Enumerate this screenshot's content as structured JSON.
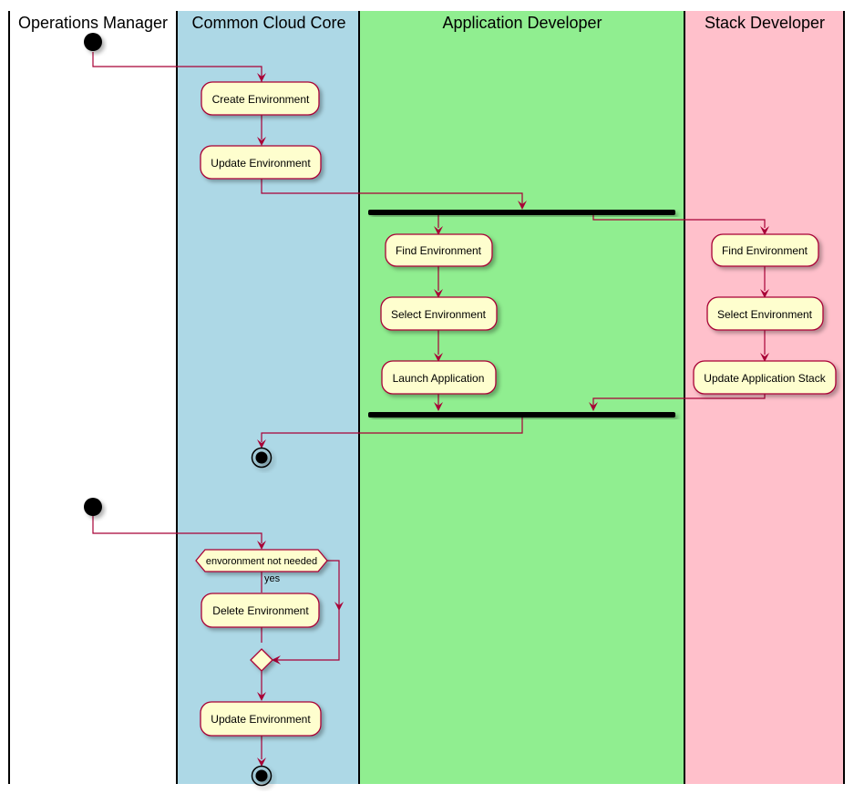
{
  "colors": {
    "lane_ops": "#ffffff",
    "lane_core": "#add8e6",
    "lane_app": "#90ee90",
    "lane_stack": "#ffc0cb",
    "activity_fill": "#FEFECE",
    "activity_border": "#A80036",
    "arrow": "#A80036",
    "lane_border": "#000000",
    "node": "#000000"
  },
  "lanes": {
    "operations": {
      "title": "Operations Manager"
    },
    "core": {
      "title": "Common Cloud Core"
    },
    "app": {
      "title": "Application Developer"
    },
    "stack": {
      "title": "Stack Developer"
    }
  },
  "activities": {
    "create_env": "Create Environment",
    "update_env_1": "Update Environment",
    "app_find_env": "Find Environment",
    "app_select_env": "Select Environment",
    "app_launch": "Launch Application",
    "stack_find_env": "Find Environment",
    "stack_select_env": "Select Environment",
    "stack_update_app_stack": "Update Application Stack",
    "delete_env": "Delete Environment",
    "update_env_2": "Update Environment"
  },
  "decision": {
    "condition": "envoronment not needed",
    "yes_label": "yes"
  }
}
